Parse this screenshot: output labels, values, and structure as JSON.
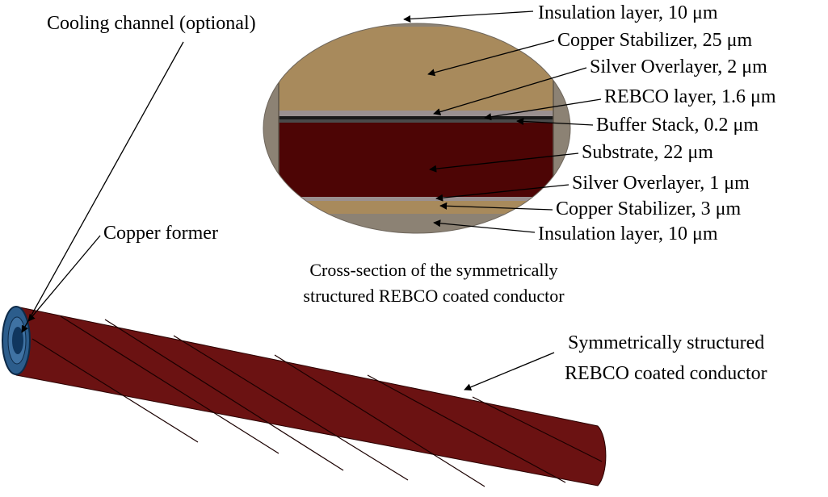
{
  "colors": {
    "insulation": "#8c8274",
    "copper_stabilizer": "#a88a5c",
    "silver": "#9a9090",
    "rebco": "#1a1a1a",
    "buffer": "#4a4a4a",
    "substrate": "#4d0505",
    "cable_body": "#6b1212",
    "cable_end_outer": "#2c5d8c",
    "cable_end_inner": "#10365e"
  },
  "labels": {
    "insulation_top": "Insulation layer, 10 μm",
    "copper_stabilizer_top": "Copper Stabilizer, 25 μm",
    "silver_top": "Silver Overlayer, 2 μm",
    "rebco": "REBCO layer, 1.6 μm",
    "buffer": "Buffer Stack, 0.2 μm",
    "substrate": "Substrate, 22 μm",
    "silver_bottom": "Silver Overlayer, 1 μm",
    "copper_stabilizer_bottom": "Copper Stabilizer, 3 μm",
    "insulation_bottom": "Insulation layer, 10 μm",
    "cooling_channel": "Cooling channel (optional)",
    "copper_former": "Copper former",
    "conductor_line1": "Symmetrically structured",
    "conductor_line2": "REBCO coated conductor"
  },
  "caption": {
    "line1": "Cross-section of the symmetrically",
    "line2": "structured REBCO coated conductor"
  }
}
